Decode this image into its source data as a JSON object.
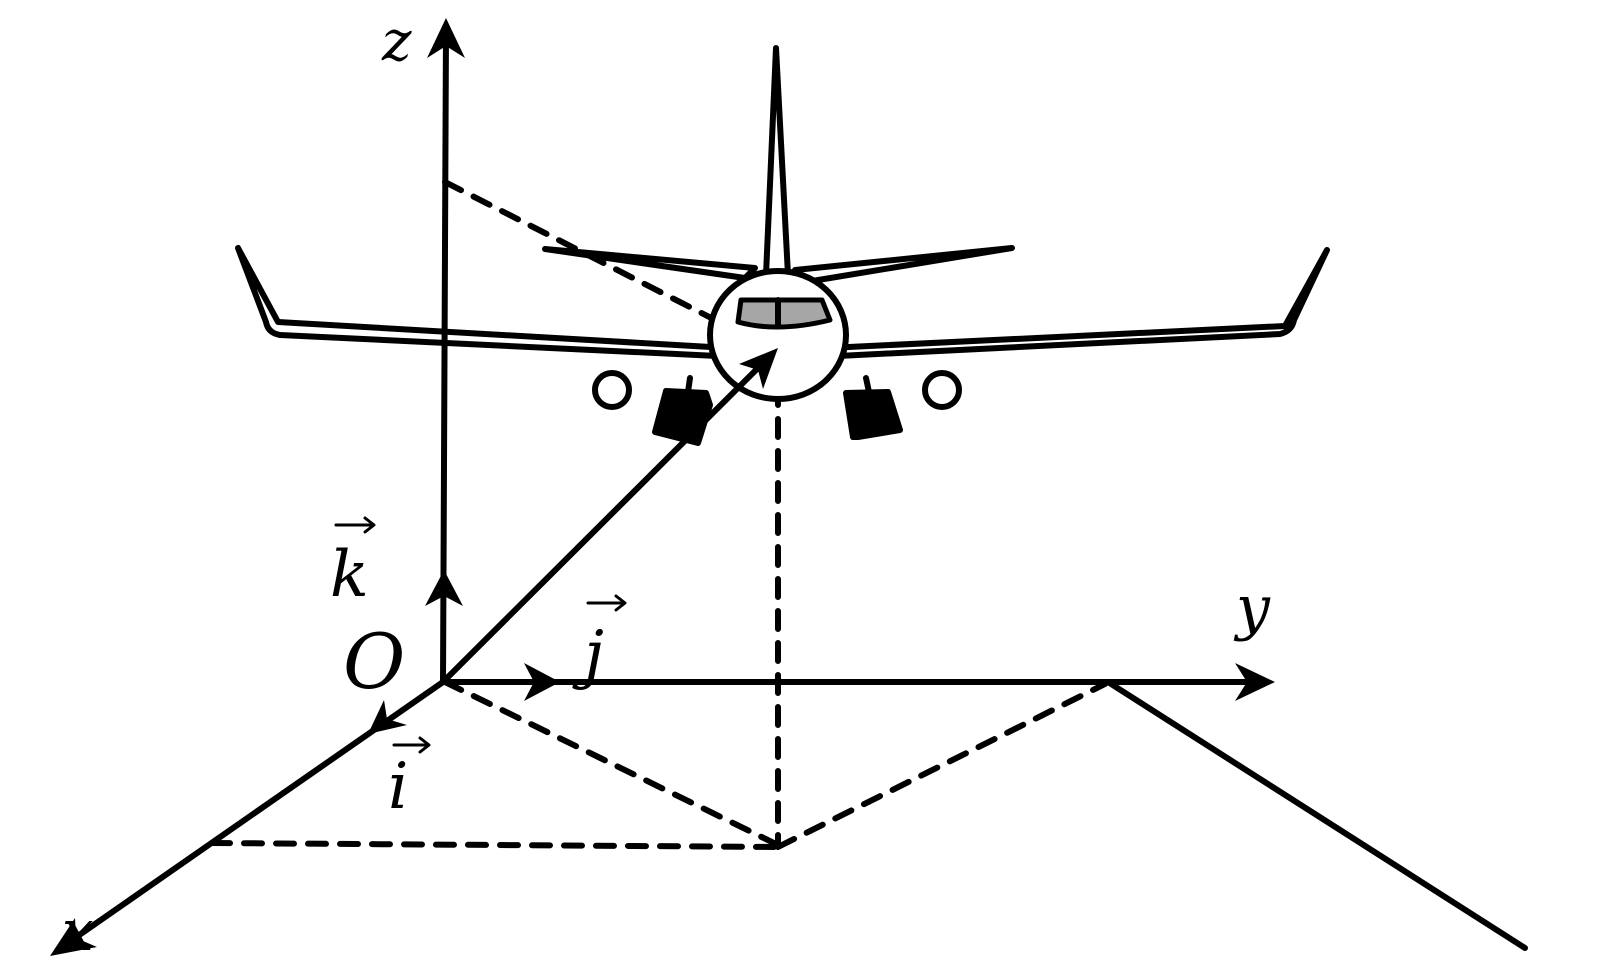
{
  "labels": {
    "z_axis": "z",
    "y_axis": "y",
    "x_axis": "x",
    "origin": "O",
    "unit_i": "i",
    "unit_j": "j",
    "unit_k": "k"
  },
  "colors": {
    "stroke": "#000000",
    "background": "#ffffff",
    "cockpit_window": "#a6a6a6"
  }
}
